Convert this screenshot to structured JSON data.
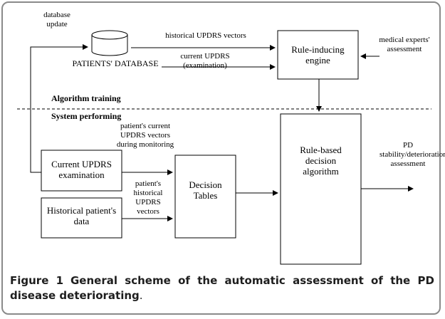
{
  "diagram": {
    "database_update": "database update",
    "patients_database": "PATIENTS' DATABASE",
    "historical_vectors": "historical UPDRS vectors",
    "current_updrs": "current UPDRS (examination)",
    "rule_inducing_engine": "Rule-inducing engine",
    "medical_experts": "medical experts' assessment",
    "algorithm_training": "Algorithm training",
    "system_performing": "System performing",
    "patient_current_vectors": "patient's current UPDRS vectors during monitoring",
    "current_updrs_exam": "Current UPDRS examination",
    "patient_historical_vectors": "patient's historical UPDRS vectors",
    "historical_patient_data": "Historical patient's data",
    "decision_tables": "Decision Tables",
    "rule_based_algorithm": "Rule-based decision algorithm",
    "pd_assessment": "PD stability/deterioration assessment"
  },
  "caption": {
    "label": "Figure 1",
    "text": "General scheme of the automatic assessment of the PD disease deteriorating",
    "end": "."
  }
}
